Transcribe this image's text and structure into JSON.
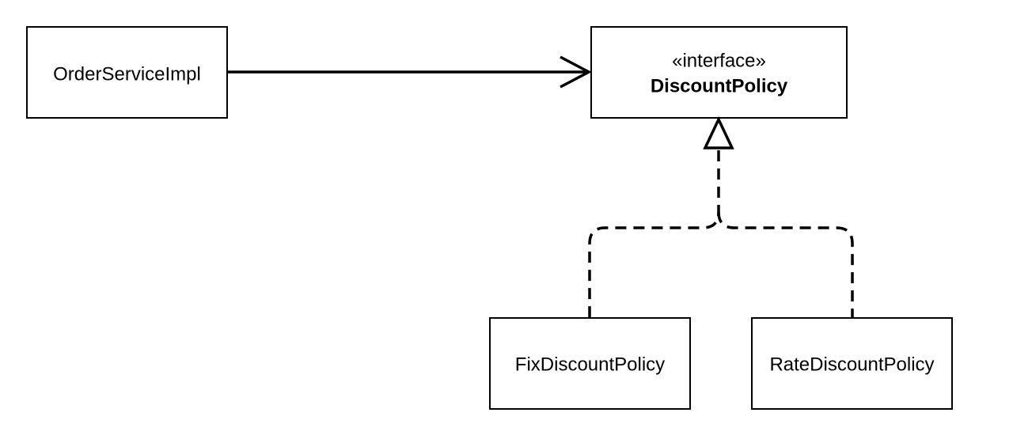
{
  "diagram": {
    "nodes": {
      "order_service": {
        "label": "OrderServiceImpl"
      },
      "discount_policy": {
        "stereotype": "«interface»",
        "label": "DiscountPolicy"
      },
      "fix_policy": {
        "label": "FixDiscountPolicy"
      },
      "rate_policy": {
        "label": "RateDiscountPolicy"
      }
    },
    "edges": [
      {
        "from": "OrderServiceImpl",
        "to": "DiscountPolicy",
        "type": "dependency-open-arrow"
      },
      {
        "from": "FixDiscountPolicy",
        "to": "DiscountPolicy",
        "type": "realization"
      },
      {
        "from": "RateDiscountPolicy",
        "to": "DiscountPolicy",
        "type": "realization"
      }
    ]
  }
}
